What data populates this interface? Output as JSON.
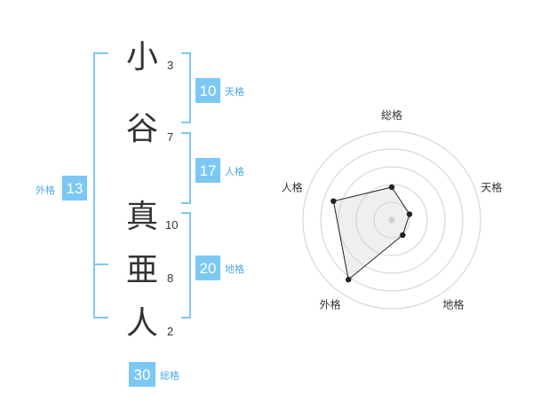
{
  "colors": {
    "accent": "#7cc8f4",
    "text": "#333333",
    "label": "#4aa8e8",
    "ring": "#d0d0d0"
  },
  "name": {
    "characters": [
      {
        "char": "小",
        "strokes": "3"
      },
      {
        "char": "谷",
        "strokes": "7"
      },
      {
        "char": "真",
        "strokes": "10"
      },
      {
        "char": "亜",
        "strokes": "8"
      },
      {
        "char": "人",
        "strokes": "2"
      }
    ]
  },
  "scores": {
    "tenkaku": {
      "label": "天格",
      "value": "10"
    },
    "jinkaku": {
      "label": "人格",
      "value": "17"
    },
    "chikaku": {
      "label": "地格",
      "value": "20"
    },
    "gaikaku": {
      "label": "外格",
      "value": "13"
    },
    "soukaku": {
      "label": "総格",
      "value": "30"
    }
  },
  "chart_data": {
    "type": "radar",
    "axes": [
      "総格",
      "天格",
      "地格",
      "外格",
      "人格"
    ],
    "values": [
      1.85,
      1.05,
      1.05,
      4.15,
      3.45
    ],
    "r_max": 5,
    "rings": 5,
    "grid": true
  }
}
